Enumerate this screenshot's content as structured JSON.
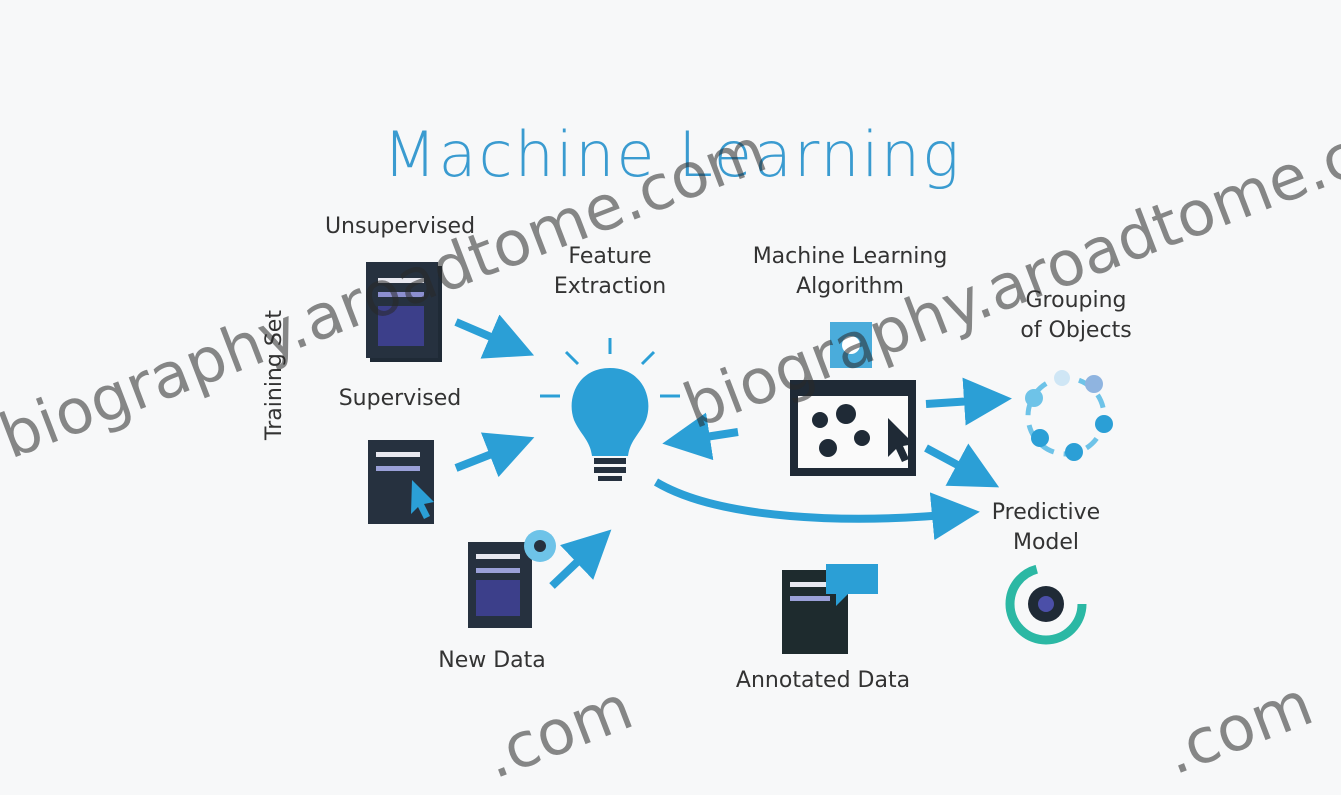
{
  "title": "Machine Learning",
  "labels": {
    "unsupervised": "Unsupervised",
    "supervised": "Supervised",
    "training_set": "Training Set",
    "feature_extraction": [
      "Feature",
      "Extraction"
    ],
    "ml_algorithm": [
      "Machine Learning",
      "Algorithm"
    ],
    "grouping": [
      "Grouping",
      "of Objects"
    ],
    "predictive_model": [
      "Predictive",
      "Model"
    ],
    "new_data": "New Data",
    "annotated_data": "Annotated Data"
  },
  "watermark": [
    "biography.aroadtome.com",
    "biography.aroadtome.com",
    ".com",
    ".com"
  ],
  "colors": {
    "accent": "#2b9fd6",
    "title": "#3a9bd0",
    "dark": "#1f2a36",
    "purple": "#4b4fa8"
  },
  "icons": [
    "document-icon",
    "lightbulb-icon",
    "algorithm-window-icon",
    "gear-icon",
    "cursor-icon",
    "grouping-cycle-icon",
    "predictive-gear-icon",
    "arrow-icon"
  ]
}
